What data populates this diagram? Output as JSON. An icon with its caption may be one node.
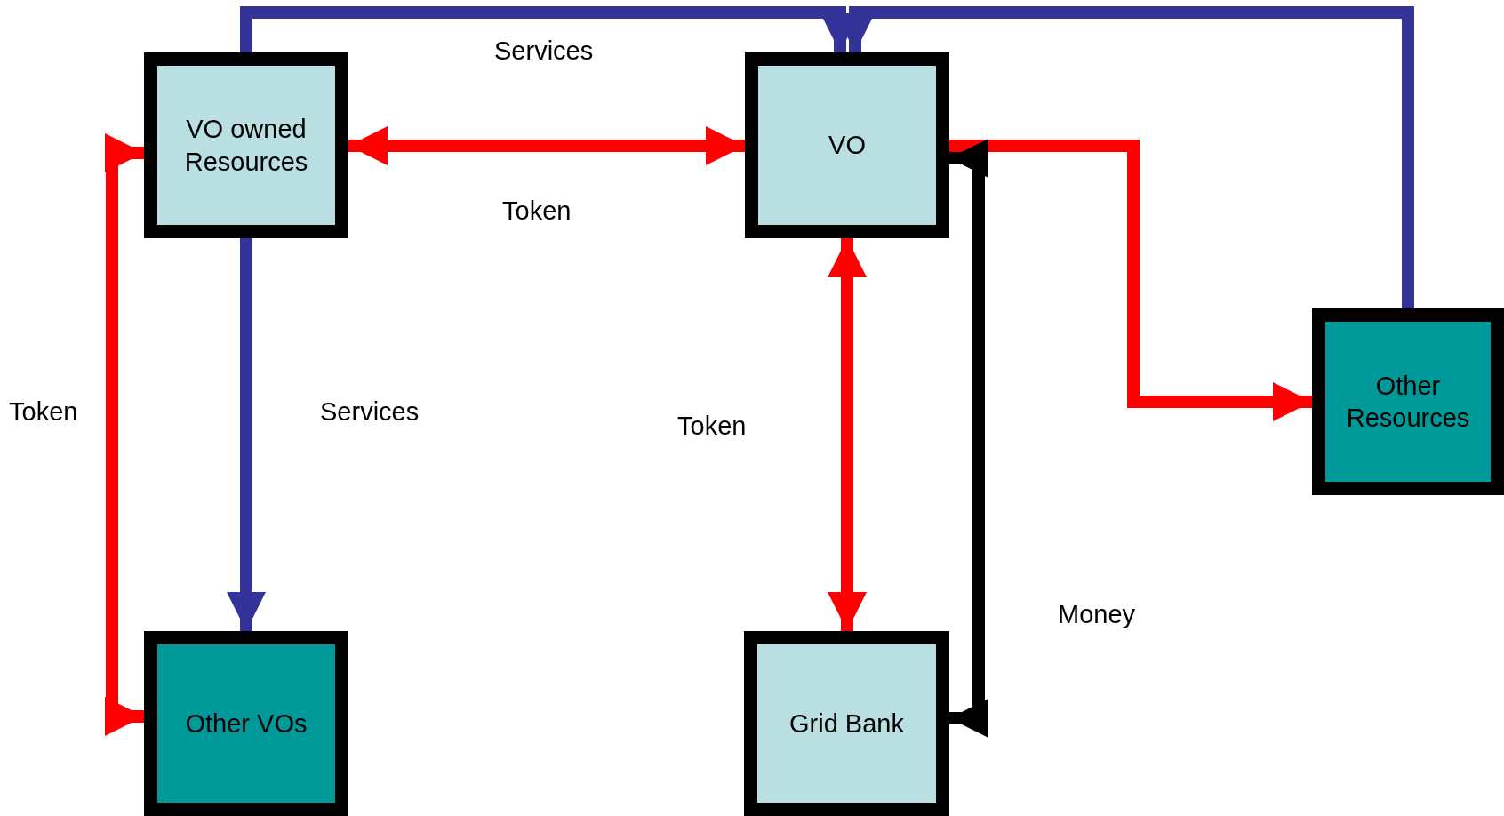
{
  "diagram": {
    "nodes": [
      {
        "text": [
          "VO owned Resources"
        ]
      },
      {
        "text": [
          "VO"
        ]
      },
      {
        "text": [
          "Other Resources"
        ]
      },
      {
        "text": [
          "Other VOs"
        ]
      },
      {
        "text": [
          "Grid Bank"
        ]
      }
    ],
    "edges": [
      {
        "from": 0,
        "to": 1,
        "arrow": "both",
        "label": "Token"
      },
      {
        "from": 0,
        "to": 3,
        "arrow": "both",
        "label": "Token"
      },
      {
        "from": 0,
        "to": 3,
        "arrow": "to",
        "label": "Services",
        "color": "#333399"
      },
      {
        "from": 0,
        "to": 1,
        "arrow": "to",
        "label": "Services",
        "color": "#333399"
      },
      {
        "from": 2,
        "to": 1,
        "arrow": "to",
        "color": "#333399"
      },
      {
        "from": 1,
        "to": 4,
        "arrow": "both",
        "label": "Token"
      },
      {
        "from": 1,
        "to": 2,
        "arrow": "to"
      },
      {
        "from": 4,
        "to": 1,
        "arrow": "both",
        "label": "Money",
        "color": "#000000"
      }
    ]
  }
}
